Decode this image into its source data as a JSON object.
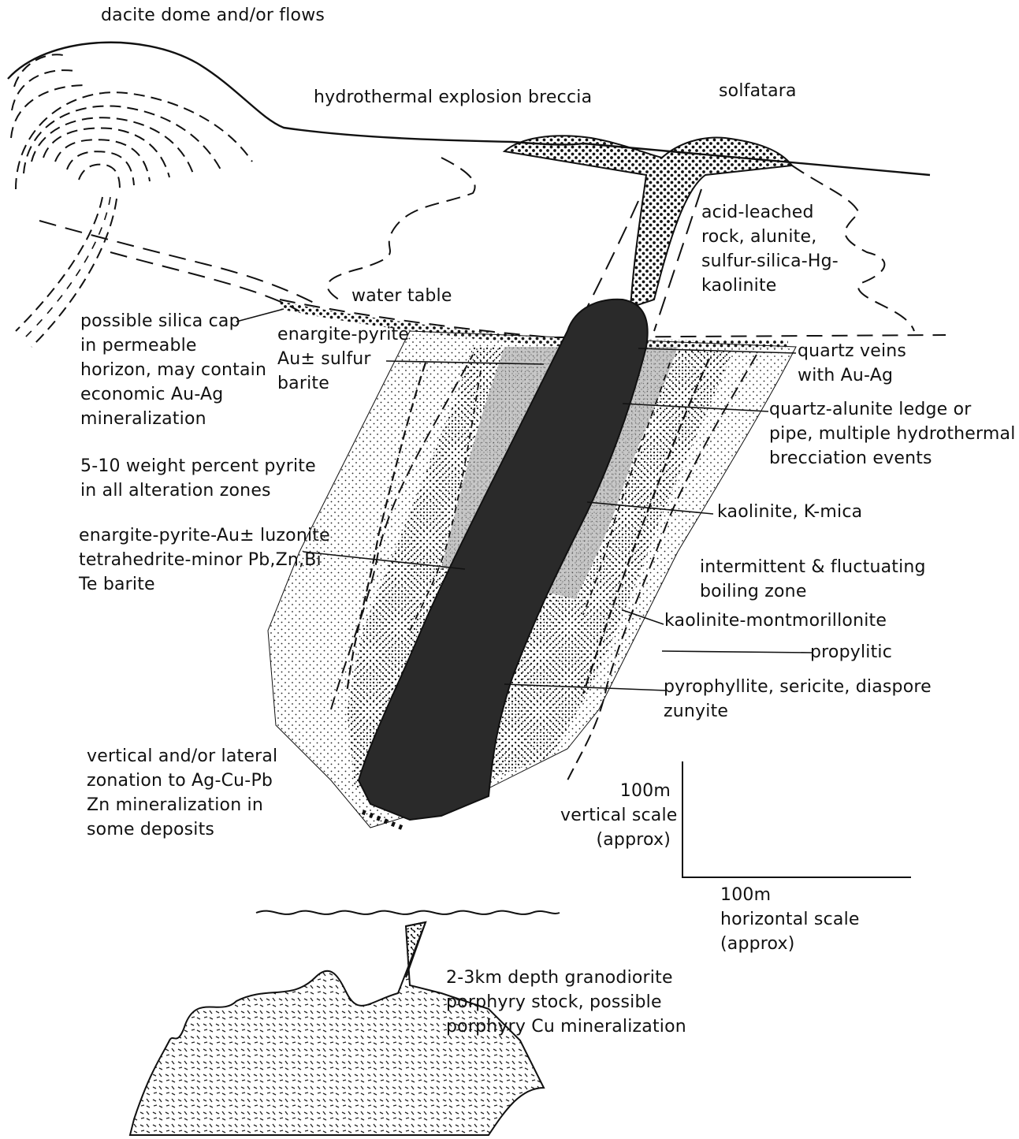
{
  "labels": {
    "dacite_dome": "dacite dome and/or flows",
    "hydrothermal_breccia": "hydrothermal explosion breccia",
    "solfatara": "solfatara",
    "acid_leached": [
      "acid-leached",
      "rock, alunite,",
      "sulfur-silica-Hg-",
      "kaolinite"
    ],
    "water_table": "water table",
    "silica_cap": [
      "possible silica cap",
      "in permeable",
      "horizon, may contain",
      "economic Au-Ag",
      "mineralization"
    ],
    "enargite_pyrite_au": [
      "enargite-pyrite",
      "Au± sulfur",
      "barite"
    ],
    "quartz_veins": [
      "quartz veins",
      "with Au-Ag"
    ],
    "quartz_alunite": [
      "quartz-alunite ledge or",
      "pipe, multiple hydrothermal",
      "brecciation events"
    ],
    "pyrite_percent": [
      "5-10 weight percent pyrite",
      "in all alteration zones"
    ],
    "kaolinite_kmica": "kaolinite, K-mica",
    "enargite_luzonite": [
      "enargite-pyrite-Au± luzonite",
      "tetrahedrite-minor Pb,Zn,Bi",
      "Te barite"
    ],
    "boiling_zone": [
      "intermittent & fluctuating",
      "boiling zone"
    ],
    "kaolinite_montmorillonite": "kaolinite-montmorillonite",
    "propylitic": "propylitic",
    "pyrophyllite": [
      "pyrophyllite, sericite, diaspore",
      "zunyite"
    ],
    "zonation": [
      "vertical and/or lateral",
      "zonation to Ag-Cu-Pb",
      "Zn mineralization in",
      "some deposits"
    ],
    "vertical_scale": [
      "100m",
      "vertical scale",
      "(approx)"
    ],
    "horizontal_scale": [
      "100m",
      "horizontal scale",
      "(approx)"
    ],
    "granodiorite": [
      "2-3km depth granodiorite",
      "porphyry stock, possible",
      "porphyry Cu mineralization"
    ]
  },
  "colors": {
    "ink": "#111111",
    "ore_body": "#2a2a2a",
    "stipple": "#222222"
  }
}
